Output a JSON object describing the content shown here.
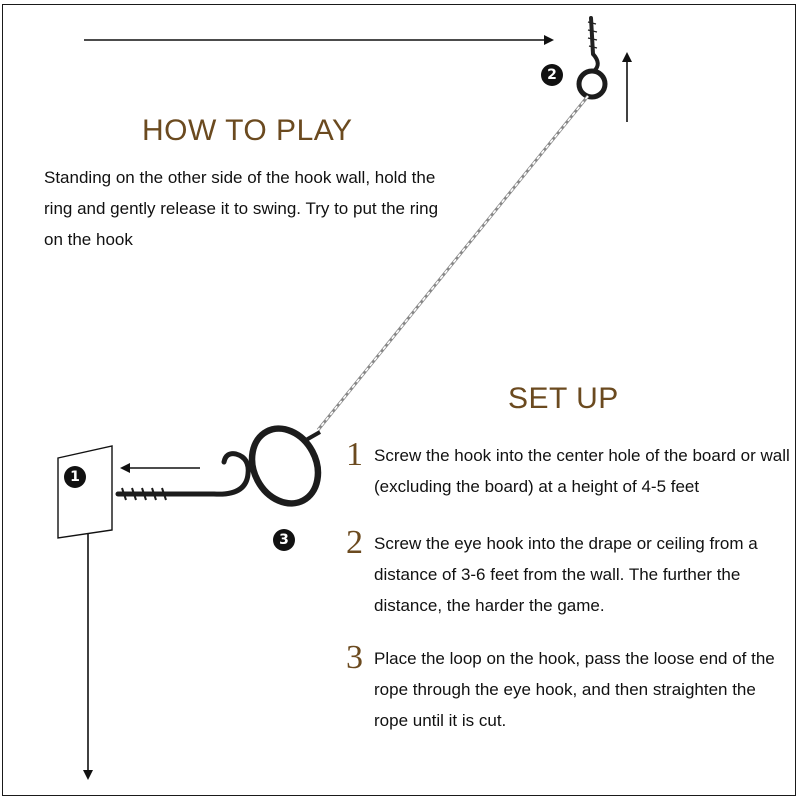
{
  "how_to_play": {
    "title": "HOW TO PLAY",
    "text": "Standing on the other side of the hook wall, hold the ring and gently release it to swing. Try to put the ring on the hook"
  },
  "set_up": {
    "title": "SET UP",
    "steps": [
      {
        "number": "1",
        "text": "Screw the hook into the center hole of the board or wall (excluding the board) at a height of 4-5 feet"
      },
      {
        "number": "2",
        "text": "Screw the eye hook into the drape or ceiling from a distance of 3-6 feet from the wall. The further the distance, the harder the game."
      },
      {
        "number": "3",
        "text": "Place the loop on the hook, pass the loose end of the rope through the eye hook, and then straighten the rope until it is cut."
      }
    ]
  },
  "markers": [
    "1",
    "2",
    "3"
  ],
  "colors": {
    "heading": "#6b4a1f",
    "ink": "#111111",
    "hardware": "#1c1c1c"
  }
}
